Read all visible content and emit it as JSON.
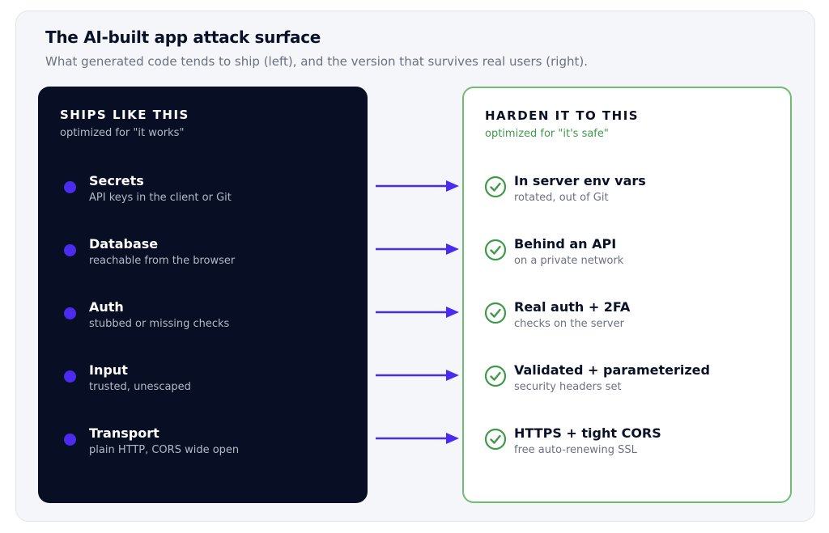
{
  "title": "The AI-built app attack surface",
  "subtitle": "What generated code tends to ship (left), and the version that survives real users (right).",
  "left_panel": {
    "heading": "SHIPS LIKE THIS",
    "subheading": "optimized for \"it works\"",
    "items": [
      {
        "title": "Secrets",
        "desc": "API keys in the client or Git"
      },
      {
        "title": "Database",
        "desc": "reachable from the browser"
      },
      {
        "title": "Auth",
        "desc": "stubbed or missing checks"
      },
      {
        "title": "Input",
        "desc": "trusted, unescaped"
      },
      {
        "title": "Transport",
        "desc": "plain HTTP, CORS wide open"
      }
    ]
  },
  "right_panel": {
    "heading": "HARDEN IT TO THIS",
    "subheading": "optimized for \"it's safe\"",
    "items": [
      {
        "title": "In server env vars",
        "desc": "rotated, out of Git"
      },
      {
        "title": "Behind an API",
        "desc": "on a private network"
      },
      {
        "title": "Real auth + 2FA",
        "desc": "checks on the server"
      },
      {
        "title": "Validated + parameterized",
        "desc": "security headers set"
      },
      {
        "title": "HTTPS + tight CORS",
        "desc": "free auto-renewing SSL"
      }
    ]
  },
  "colors": {
    "dark_panel": "#080f24",
    "accent_purple": "#4a2bef",
    "accent_green": "#72bc72",
    "green_text": "#3f9a48",
    "title_text": "#0a1128"
  },
  "icons": {
    "left_marker": "dot-icon",
    "right_marker": "check-circle-icon",
    "connector": "arrow-right-icon"
  }
}
